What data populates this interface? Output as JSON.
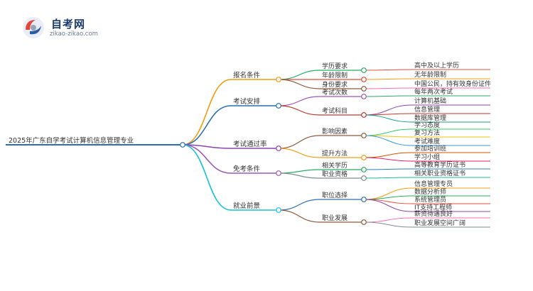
{
  "logo": {
    "title": "自考网",
    "url": "zikao-zikao.com",
    "colors": {
      "red": "#e2453c",
      "blue": "#2a5caa",
      "gray": "#9aa3b0"
    }
  },
  "mindmap": {
    "root": "2025年广东自学考试计算机信息管理专业",
    "branches": [
      {
        "label": "报名条件",
        "color": "#f39c12",
        "children": [
          {
            "label": "学历要求",
            "color": "#27ae60",
            "children": [
              {
                "label": "高中及以上学历",
                "color": "#e74c3c"
              }
            ]
          },
          {
            "label": "年龄限制",
            "color": "#e74c3c",
            "children": [
              {
                "label": "无年龄限制",
                "color": "#f39c12"
              }
            ]
          },
          {
            "label": "身份要求",
            "color": "#8e5a3c",
            "children": [
              {
                "label": "中国公民，持有效身份证件",
                "color": "#ff69b4"
              }
            ]
          }
        ]
      },
      {
        "label": "考试安排",
        "color": "#2a6fb0",
        "children": [
          {
            "label": "考试次数",
            "color": "#9b59b6",
            "children": [
              {
                "label": "每年两次考试",
                "color": "#27ae60"
              }
            ]
          },
          {
            "label": "考试科目",
            "color": "#c0392b",
            "children": [
              {
                "label": "计算机基础",
                "color": "#8e44ad"
              },
              {
                "label": "信息管理",
                "color": "#c0392b"
              },
              {
                "label": "数据库管理",
                "color": "#16a085"
              }
            ]
          }
        ]
      },
      {
        "label": "考试通过率",
        "color": "#8e44ad",
        "children": [
          {
            "label": "影响因素",
            "color": "#8e5a3c",
            "children": [
              {
                "label": "学习态度",
                "color": "#2ecc71"
              },
              {
                "label": "复习方法",
                "color": "#f1c40f"
              },
              {
                "label": "考试难度",
                "color": "#3498db"
              }
            ]
          },
          {
            "label": "提升方法",
            "color": "#f39c12",
            "children": [
              {
                "label": "参加培训班",
                "color": "#d35400"
              },
              {
                "label": "学习小组",
                "color": "#e91e63"
              }
            ]
          }
        ]
      },
      {
        "label": "免考条件",
        "color": "#9b59b6",
        "children": [
          {
            "label": "相关学历",
            "color": "#27ae60",
            "children": [
              {
                "label": "高等教育学历证书",
                "color": "#2980b9"
              }
            ]
          },
          {
            "label": "职业资格",
            "color": "#7f8c8d",
            "children": [
              {
                "label": "相关职业资格证书",
                "color": "#1abc9c"
              }
            ]
          }
        ]
      },
      {
        "label": "就业前景",
        "color": "#17c1d6",
        "children": [
          {
            "label": "职位选择",
            "color": "#2a6fb0",
            "children": [
              {
                "label": "信息管理专员",
                "color": "#f39c12"
              },
              {
                "label": "数据分析师",
                "color": "#27ae60"
              },
              {
                "label": "系统管理员",
                "color": "#e74c3c"
              },
              {
                "label": "IT支持工程师",
                "color": "#8e44ad"
              }
            ]
          },
          {
            "label": "职业发展",
            "color": "#8e5a3c",
            "children": [
              {
                "label": "薪资待遇良好",
                "color": "#ff69b4"
              },
              {
                "label": "职业发展空间广阔",
                "color": "#7f8c8d"
              }
            ]
          }
        ]
      }
    ]
  }
}
